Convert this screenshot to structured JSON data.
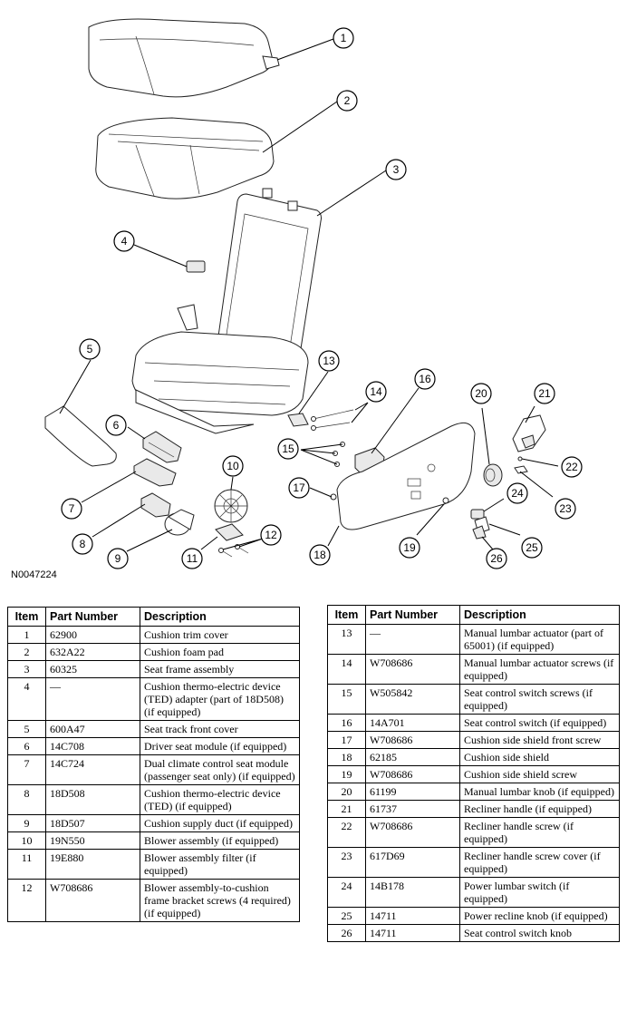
{
  "figure_id": "N0047224",
  "callouts": [
    "1",
    "2",
    "3",
    "4",
    "5",
    "6",
    "7",
    "8",
    "9",
    "10",
    "11",
    "12",
    "13",
    "14",
    "15",
    "16",
    "17",
    "18",
    "19",
    "20",
    "21",
    "22",
    "23",
    "24",
    "25",
    "26"
  ],
  "table": {
    "headers": {
      "item": "Item",
      "part_number": "Part Number",
      "description": "Description"
    },
    "left_rows": [
      {
        "item": "1",
        "part_number": "62900",
        "description": "Cushion trim cover"
      },
      {
        "item": "2",
        "part_number": "632A22",
        "description": "Cushion foam pad"
      },
      {
        "item": "3",
        "part_number": "60325",
        "description": "Seat frame assembly"
      },
      {
        "item": "4",
        "part_number": "—",
        "description": "Cushion thermo-electric device (TED) adapter (part of 18D508) (if equipped)"
      },
      {
        "item": "5",
        "part_number": "600A47",
        "description": "Seat track front cover"
      },
      {
        "item": "6",
        "part_number": "14C708",
        "description": "Driver seat module (if equipped)"
      },
      {
        "item": "7",
        "part_number": "14C724",
        "description": "Dual climate control seat module (passenger seat only) (if equipped)"
      },
      {
        "item": "8",
        "part_number": "18D508",
        "description": "Cushion thermo-electric device (TED) (if equipped)"
      },
      {
        "item": "9",
        "part_number": "18D507",
        "description": "Cushion supply duct (if equipped)"
      },
      {
        "item": "10",
        "part_number": "19N550",
        "description": "Blower assembly (if equipped)"
      },
      {
        "item": "11",
        "part_number": "19E880",
        "description": "Blower assembly filter (if equipped)"
      },
      {
        "item": "12",
        "part_number": "W708686",
        "description": "Blower assembly-to-cushion frame bracket screws (4 required) (if equipped)"
      }
    ],
    "right_rows": [
      {
        "item": "13",
        "part_number": "—",
        "description": "Manual lumbar actuator (part of 65001) (if equipped)"
      },
      {
        "item": "14",
        "part_number": "W708686",
        "description": "Manual lumbar actuator screws (if equipped)"
      },
      {
        "item": "15",
        "part_number": "W505842",
        "description": "Seat control switch screws (if equipped)"
      },
      {
        "item": "16",
        "part_number": "14A701",
        "description": "Seat control switch (if equipped)"
      },
      {
        "item": "17",
        "part_number": "W708686",
        "description": "Cushion side shield front screw"
      },
      {
        "item": "18",
        "part_number": "62185",
        "description": "Cushion side shield"
      },
      {
        "item": "19",
        "part_number": "W708686",
        "description": "Cushion side shield screw"
      },
      {
        "item": "20",
        "part_number": "61199",
        "description": "Manual lumbar knob (if equipped)"
      },
      {
        "item": "21",
        "part_number": "61737",
        "description": "Recliner handle (if equipped)"
      },
      {
        "item": "22",
        "part_number": "W708686",
        "description": "Recliner handle screw (if equipped)"
      },
      {
        "item": "23",
        "part_number": "617D69",
        "description": "Recliner handle screw cover (if equipped)"
      },
      {
        "item": "24",
        "part_number": "14B178",
        "description": "Power lumbar switch (if equipped)"
      },
      {
        "item": "25",
        "part_number": "14711",
        "description": "Power recline knob (if equipped)"
      },
      {
        "item": "26",
        "part_number": "14711",
        "description": "Seat control switch knob"
      }
    ]
  }
}
